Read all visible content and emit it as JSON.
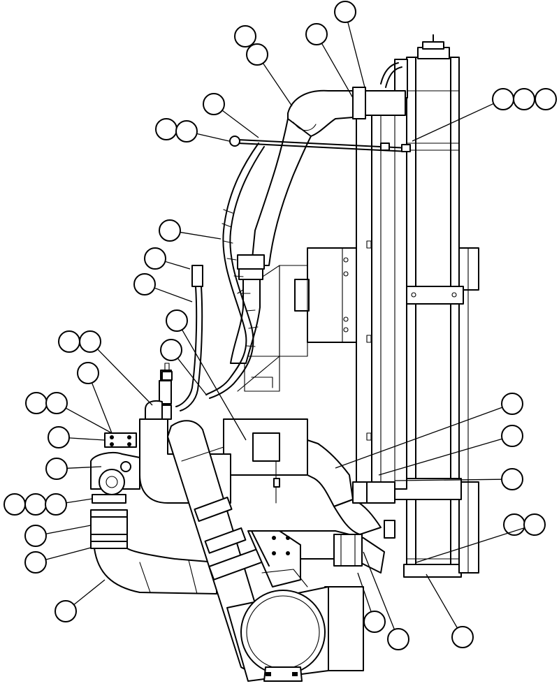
{
  "diagram": {
    "subject": "cooling-system-assembly",
    "line_color": "#000000",
    "background_color": "#ffffff"
  },
  "callouts": [
    {
      "id": "c1"
    },
    {
      "id": "c2"
    },
    {
      "id": "c3"
    },
    {
      "id": "c4"
    },
    {
      "id": "c5"
    },
    {
      "id": "c6"
    },
    {
      "id": "c7"
    },
    {
      "id": "c8"
    },
    {
      "id": "c9"
    },
    {
      "id": "c10"
    },
    {
      "id": "c11"
    },
    {
      "id": "c12"
    },
    {
      "id": "c13"
    },
    {
      "id": "c14"
    },
    {
      "id": "c15"
    },
    {
      "id": "c16"
    },
    {
      "id": "c17"
    },
    {
      "id": "c18"
    },
    {
      "id": "c19"
    },
    {
      "id": "c20"
    },
    {
      "id": "c21"
    },
    {
      "id": "c22"
    },
    {
      "id": "c23"
    },
    {
      "id": "c24"
    },
    {
      "id": "c25"
    },
    {
      "id": "c26"
    },
    {
      "id": "c27"
    },
    {
      "id": "c28"
    },
    {
      "id": "c29"
    },
    {
      "id": "c30"
    },
    {
      "id": "c31"
    },
    {
      "id": "c32"
    },
    {
      "id": "c33"
    },
    {
      "id": "c34"
    },
    {
      "id": "c35"
    },
    {
      "id": "c36"
    },
    {
      "id": "c37"
    },
    {
      "id": "c38"
    }
  ]
}
